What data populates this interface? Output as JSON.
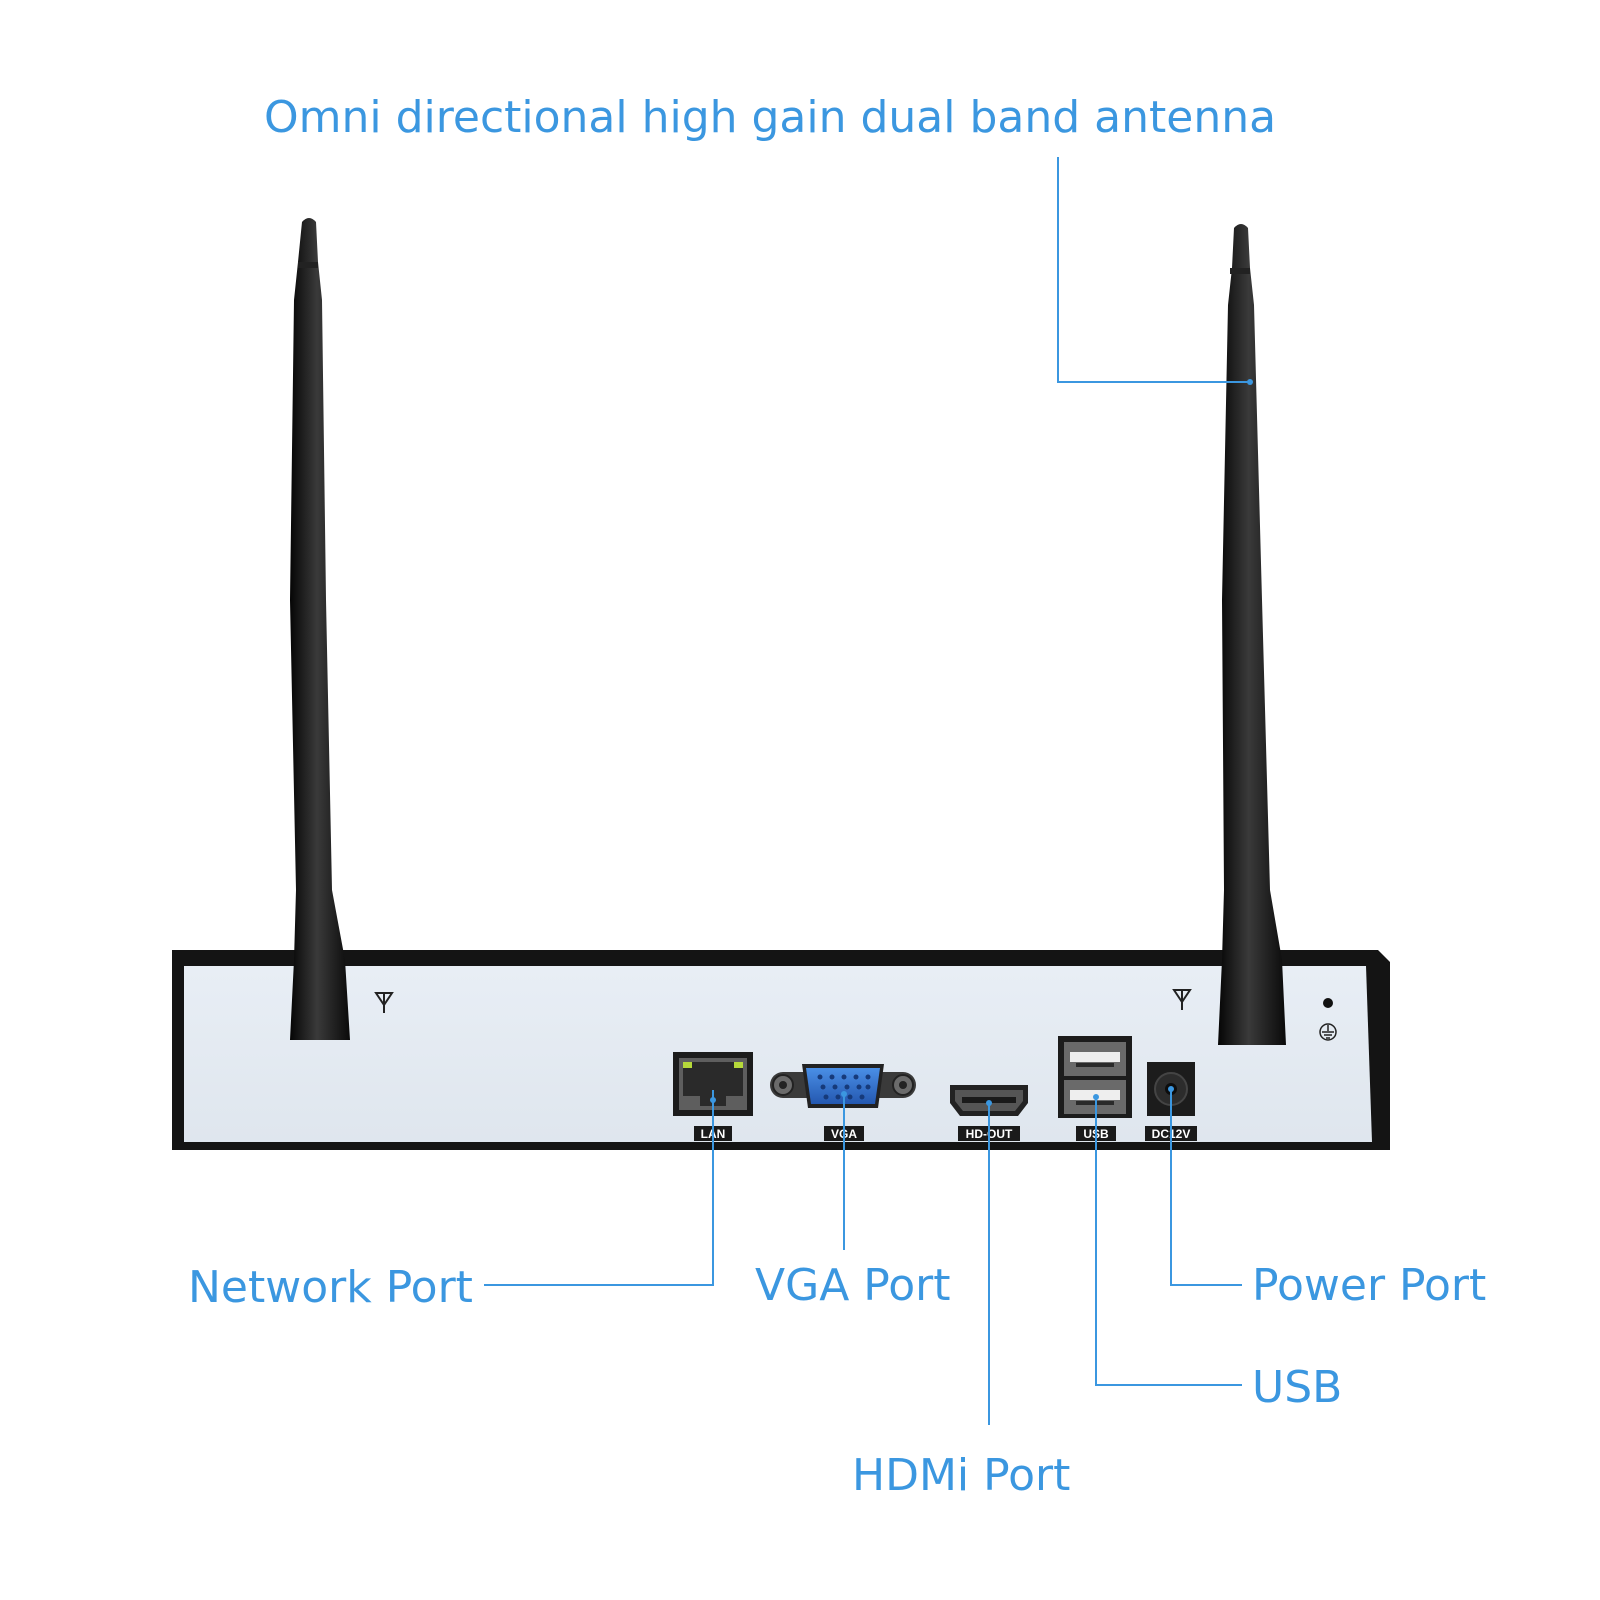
{
  "callouts": {
    "antenna": "Omni directional high gain dual band antenna",
    "network": "Network Port",
    "vga": "VGA Port",
    "hdmi": "HDMi Port",
    "power": "Power Port",
    "usb": "USB"
  },
  "panel_labels": {
    "lan": "LAN",
    "vga": "VGA",
    "hdout": "HD-OUT",
    "usb": "USB",
    "dc": "DC12V"
  },
  "colors": {
    "callout": "#3b97e0",
    "panel": "#e4ebf2",
    "casing": "#1a1a1a",
    "vga_blue": "#2f6fc9"
  }
}
